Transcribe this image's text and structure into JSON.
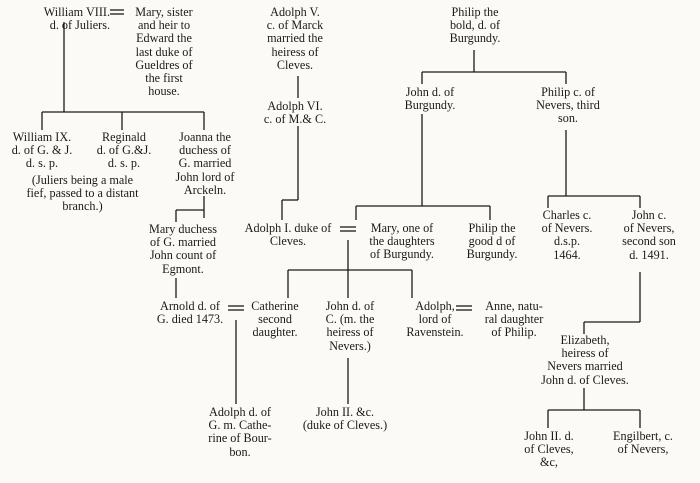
{
  "nodes": {
    "william8": "William VIII.\nd. of Juliers.",
    "mary_gueldres": "Mary, sister\nand heir to\nEdward the\nlast duke of\nGueldres of\nthe first\nhouse.",
    "adolph5": "Adolph V.\nc. of Marck\nmarried the\nheiress of\nCleves.",
    "adolph6": "Adolph VI.\nc. of M.& C.",
    "philip_bold": "Philip the\nbold, d. of\nBurgundy.",
    "john_burgundy": "John d. of\nBurgundy.",
    "philip_nevers": "Philip c. of\nNevers, third\nson.",
    "william9": "William IX.\nd. of G. & J.\nd. s. p.",
    "reginald": "Reginald\nd. of G.&J.\nd. s. p.",
    "juliers_note": "(Juliers being a male\nfief, passed to a distant\nbranch.)",
    "joanna": "Joanna the\nduchess of\nG. married\nJohn lord of\nArckeln.",
    "mary_duchess": "Mary duchess\nof G. married\nJohn count of\nEgmont.",
    "adolph1": "Adolph I. duke of\nCleves.",
    "mary_burgundy": "Mary, one of\nthe daughters\nof Burgundy.",
    "philip_good": "Philip the\ngood d of\nBurgundy.",
    "charles_nevers": "Charles c.\nof Nevers.\nd.s.p.\n1464.",
    "john_nevers": "John c.\nof Nevers,\nsecond son\nd. 1491.",
    "arnold": "Arnold d. of\nG. died 1473.",
    "catherine": "Catherine\nsecond\ndaughter.",
    "john_cleves": "John d. of\nC. (m. the\nheiress of\nNevers.)",
    "adolph_ravenstein": "Adolph,\nlord of\nRavenstein.",
    "anne": "Anne, natu-\nral daughter\nof Philip.",
    "elizabeth": "Elizabeth,\nheiress of\nNevers married\nJohn d. of Cleves.",
    "adolph_gueldres": "Adolph d. of\nG. m. Cathe-\nrine of Bour-\nbon.",
    "john2_duke": "John II. &c.\n(duke of Cleves.)",
    "john2_nevers": "John II. d.\nof Cleves,\n&c,",
    "engilbert": "Engilbert, c.\nof Nevers,"
  }
}
